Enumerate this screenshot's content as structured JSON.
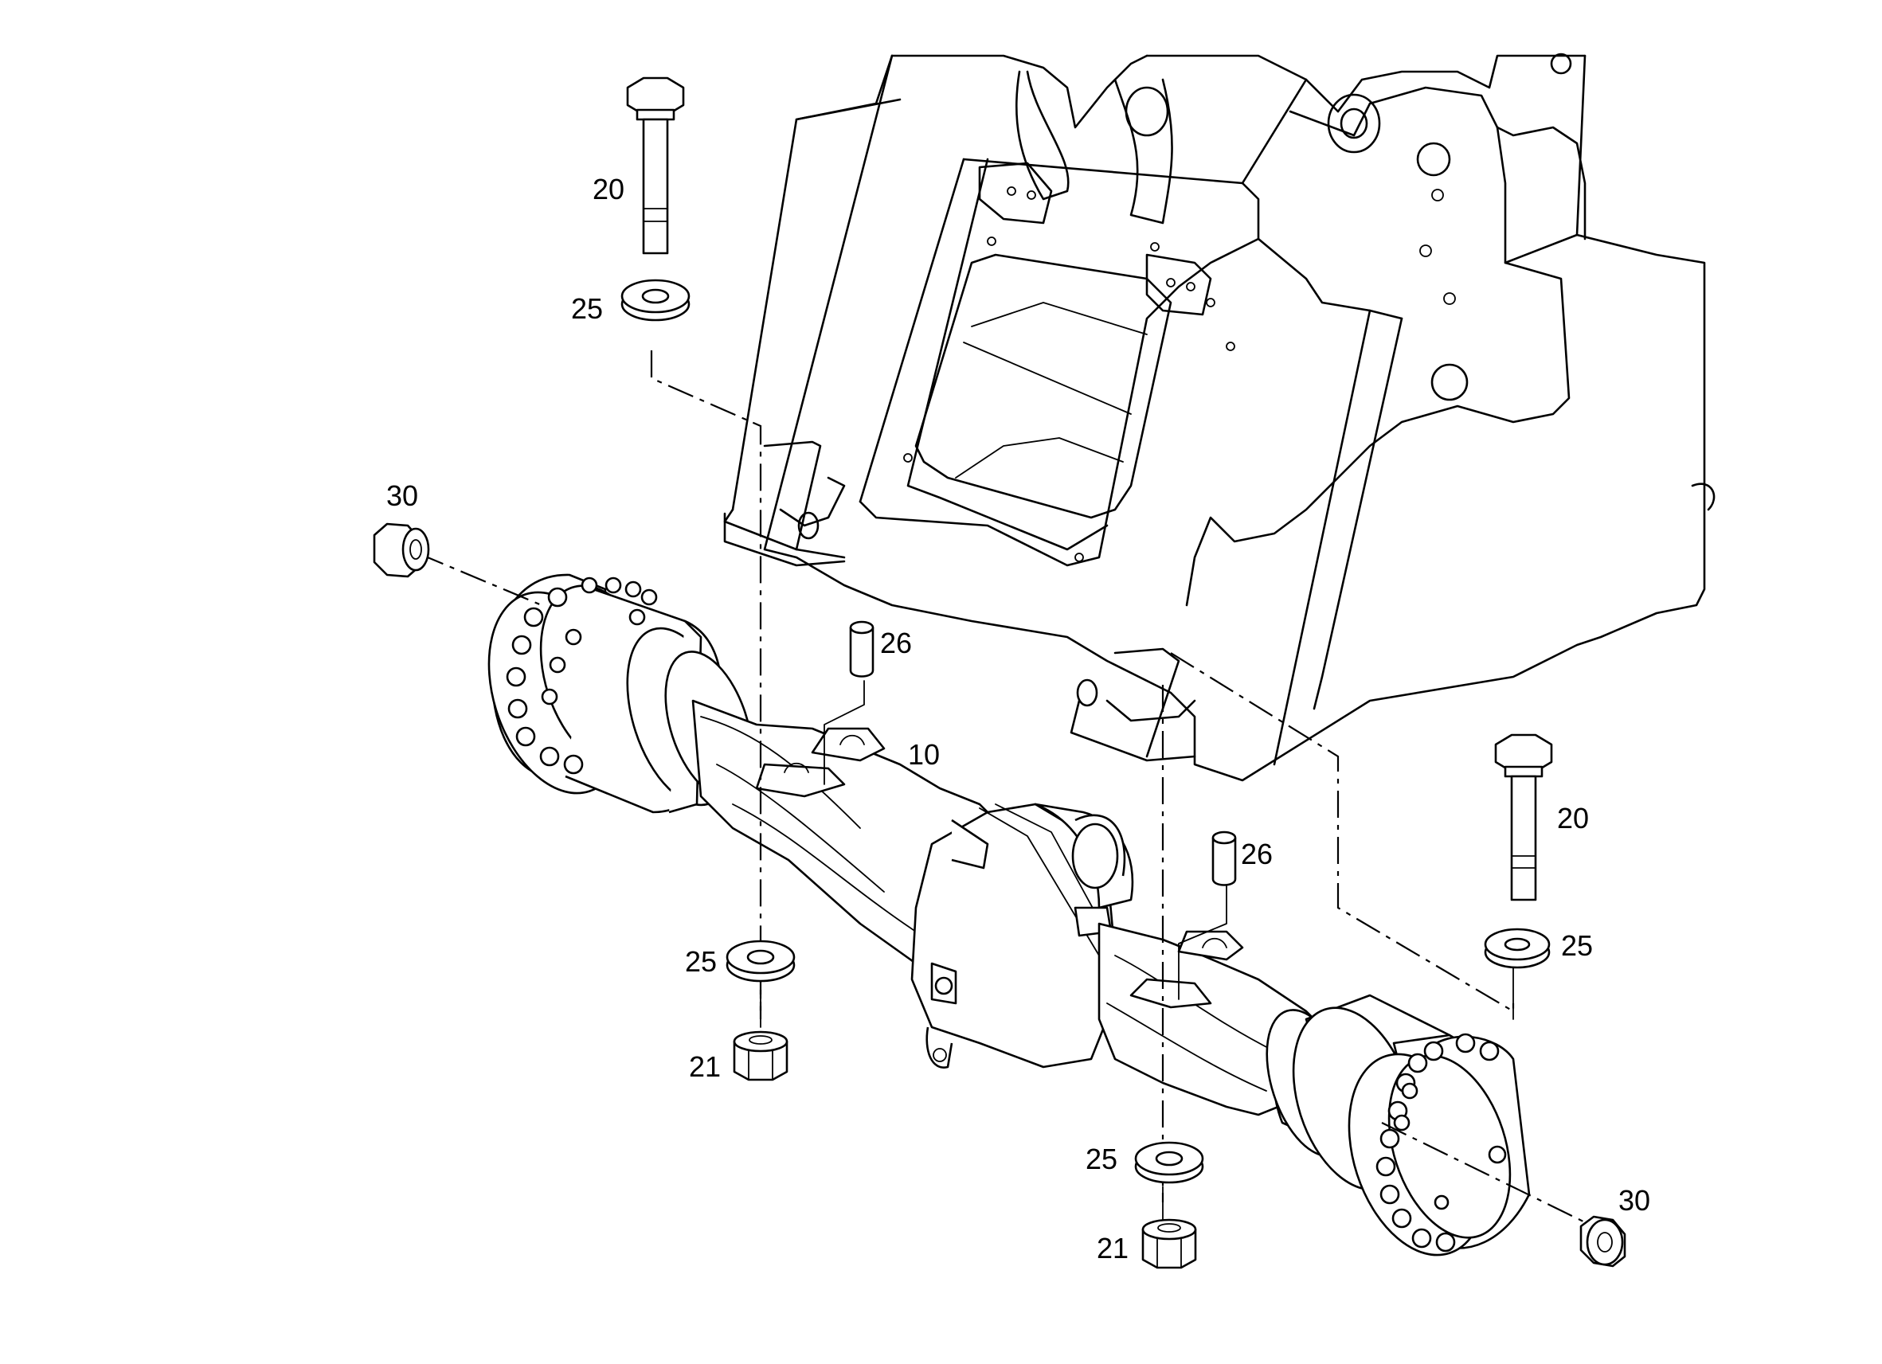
{
  "labels": {
    "bolt_left": "20",
    "bolt_right": "20",
    "washer_top_left": "25",
    "washer_mid_left": "25",
    "washer_right": "25",
    "washer_bottom_right": "25",
    "nut_left": "21",
    "nut_right": "21",
    "pin_left": "26",
    "pin_right": "26",
    "axle": "10",
    "hub_nut_left": "30",
    "hub_nut_right": "30"
  }
}
